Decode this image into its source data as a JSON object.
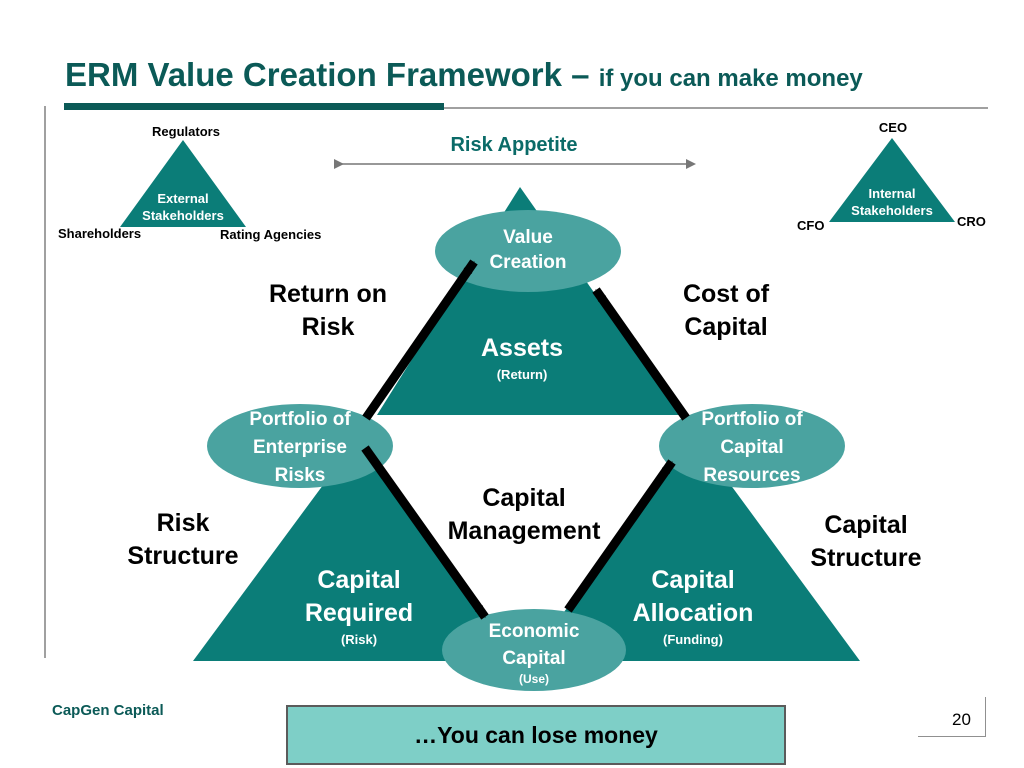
{
  "title": {
    "main": "ERM Value Creation Framework –",
    "sub": "if you can make money"
  },
  "external": {
    "triangle": "External Stakeholders",
    "top": "Regulators",
    "left": "Shareholders",
    "right": "Rating Agencies"
  },
  "internal": {
    "triangle": "Internal Stakeholders",
    "top": "CEO",
    "left": "CFO",
    "right": "CRO"
  },
  "risk_appetite": "Risk Appetite",
  "value_creation": "Value Creation",
  "assets": {
    "label": "Assets",
    "sub": "(Return)"
  },
  "return_on_risk": "Return on Risk",
  "cost_of_capital": "Cost of Capital",
  "portfolio_risks": "Portfolio of Enterprise Risks",
  "portfolio_resources": "Portfolio of Capital Resources",
  "capital_management": "Capital Management",
  "risk_structure": "Risk Structure",
  "capital_structure": "Capital Structure",
  "capital_required": {
    "label": "Capital Required",
    "sub": "(Risk)"
  },
  "capital_allocation": {
    "label": "Capital Allocation",
    "sub": "(Funding)"
  },
  "economic_capital": {
    "label": "Economic Capital",
    "sub": "(Use)"
  },
  "footer": {
    "brand": "CapGen Capital",
    "tagline": "…You can lose money",
    "page": "20"
  },
  "colors": {
    "teal": "#0b7d78",
    "ellipse": "#4aa3a0",
    "title": "#0b5a57",
    "box": "#7ecfc7"
  }
}
